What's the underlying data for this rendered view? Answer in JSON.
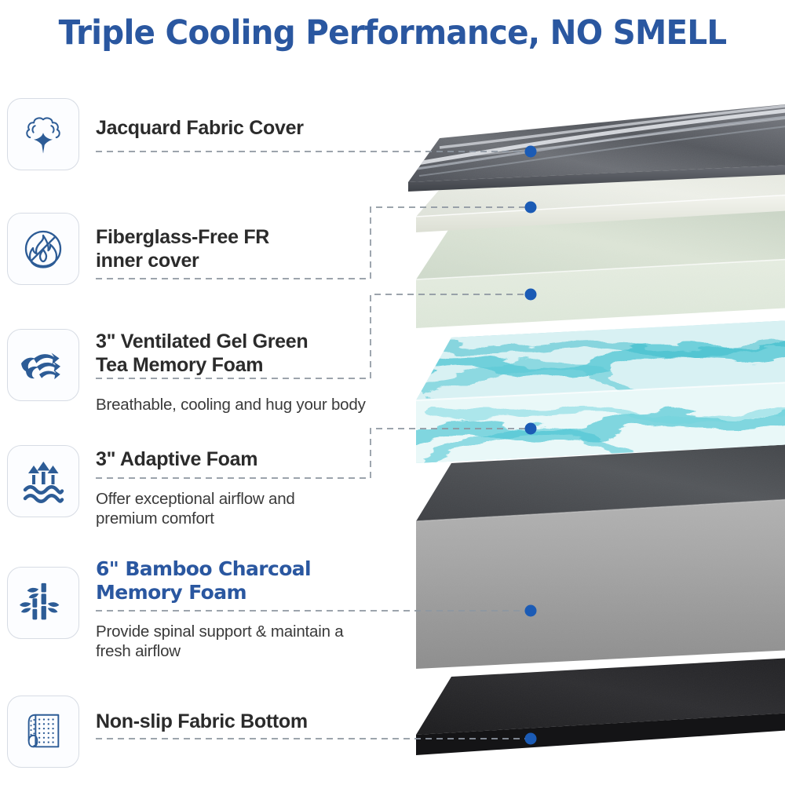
{
  "title": "Triple Cooling Performance, NO SMELL",
  "colors": {
    "brand_blue": "#2a57a0",
    "dot_blue": "#1b5bb5",
    "heading_dark": "#2b2b2b",
    "dash_gray": "#9aa3ad",
    "box_border": "#d7dce4"
  },
  "features": [
    {
      "icon": "cotton-boll-icon",
      "heading": "Jacquard Fabric Cover",
      "heading_color": "dark",
      "sub": "",
      "layer": "jacquard-cover"
    },
    {
      "icon": "no-fire-icon",
      "heading": "Fiberglass-Free FR\ninner cover",
      "heading_color": "dark",
      "sub": "",
      "layer": "fr-inner-cover"
    },
    {
      "icon": "airflow-arrows-icon",
      "heading": "3\" Ventilated Gel Green\nTea Memory Foam",
      "heading_color": "dark",
      "sub": "Breathable, cooling and hug your body",
      "layer": "green-tea-foam"
    },
    {
      "icon": "arrows-waves-icon",
      "heading": "3\" Adaptive Foam",
      "heading_color": "dark",
      "sub": "Offer exceptional airflow and\npremium comfort",
      "layer": "gel-foam"
    },
    {
      "icon": "bamboo-icon",
      "heading": "6\" Bamboo Charcoal\nMemory Foam",
      "heading_color": "blue",
      "sub": "Provide spinal support & maintain a\nfresh airflow",
      "layer": "bamboo-charcoal-foam"
    },
    {
      "icon": "non-slip-mat-icon",
      "heading": "Non-slip Fabric Bottom",
      "heading_color": "dark",
      "sub": "",
      "layer": "non-slip-bottom"
    }
  ],
  "mattress_layers": [
    {
      "name": "jacquard-cover",
      "label": "Jacquard Fabric Cover",
      "color": "#55585f"
    },
    {
      "name": "fr-inner-cover",
      "label": "Fiberglass-Free FR inner cover",
      "color": "#e9ece4"
    },
    {
      "name": "green-tea-foam",
      "label": "3\" Ventilated Gel Green Tea Memory Foam",
      "color": "#e3ece0"
    },
    {
      "name": "gel-foam",
      "label": "3\" Adaptive Foam",
      "color": "#9fe3e8"
    },
    {
      "name": "bamboo-charcoal-foam",
      "label": "6\" Bamboo Charcoal Memory Foam",
      "color": "#9a9a9a"
    },
    {
      "name": "non-slip-bottom",
      "label": "Non-slip Fabric Bottom",
      "color": "#262628"
    }
  ]
}
